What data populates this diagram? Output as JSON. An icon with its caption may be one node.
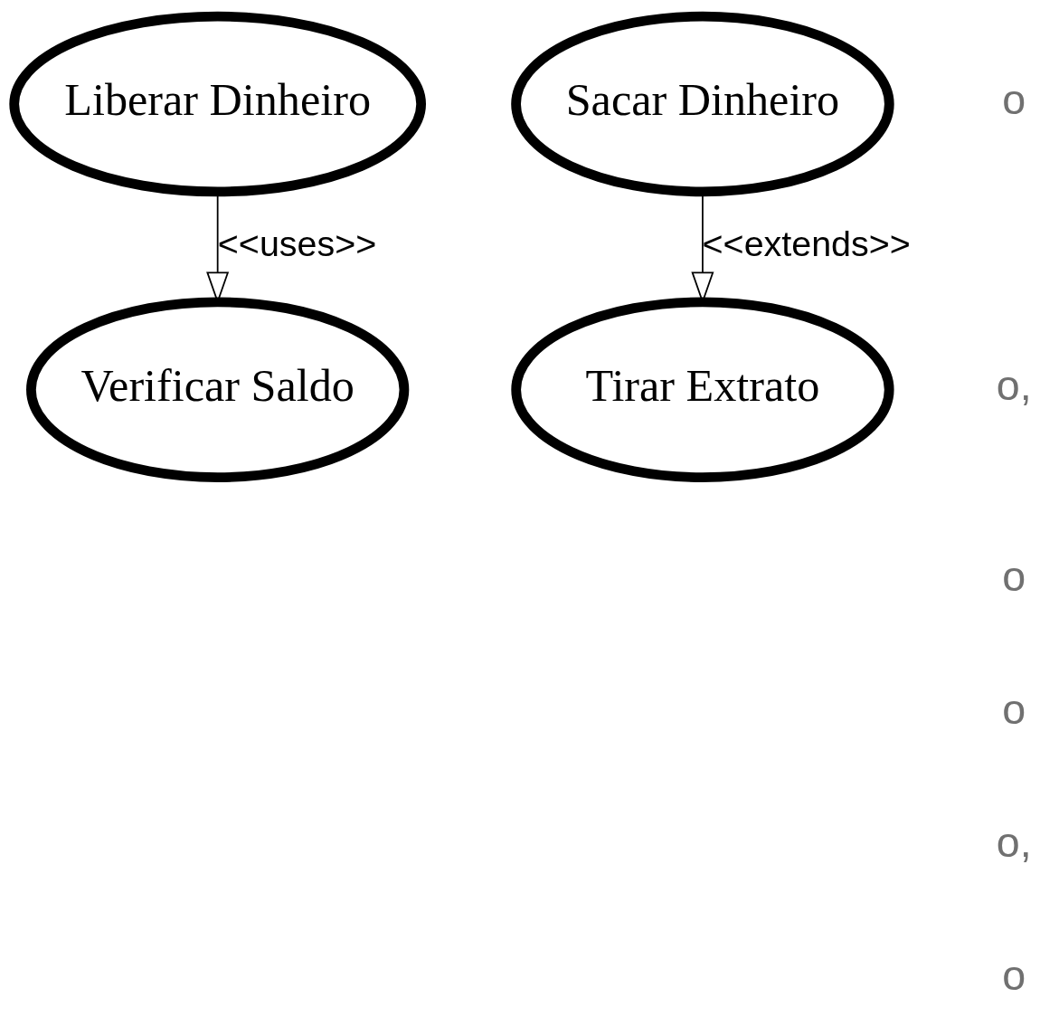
{
  "diagram": {
    "nodes": [
      {
        "text": [
          "Liberar Dinheiro"
        ]
      },
      {
        "text": [
          "Verificar Saldo"
        ]
      },
      {
        "text": [
          "Sacar Dinheiro"
        ]
      },
      {
        "text": [
          "Tirar Extrato"
        ]
      }
    ],
    "edges": [
      {
        "from": 0,
        "to": 1,
        "arrow": "to",
        "label": "<<uses>>"
      },
      {
        "from": 2,
        "to": 3,
        "arrow": "to",
        "label": "<<extends>>"
      }
    ],
    "labels": [
      "o",
      "o,",
      "o",
      "o",
      "o,",
      "o"
    ]
  }
}
